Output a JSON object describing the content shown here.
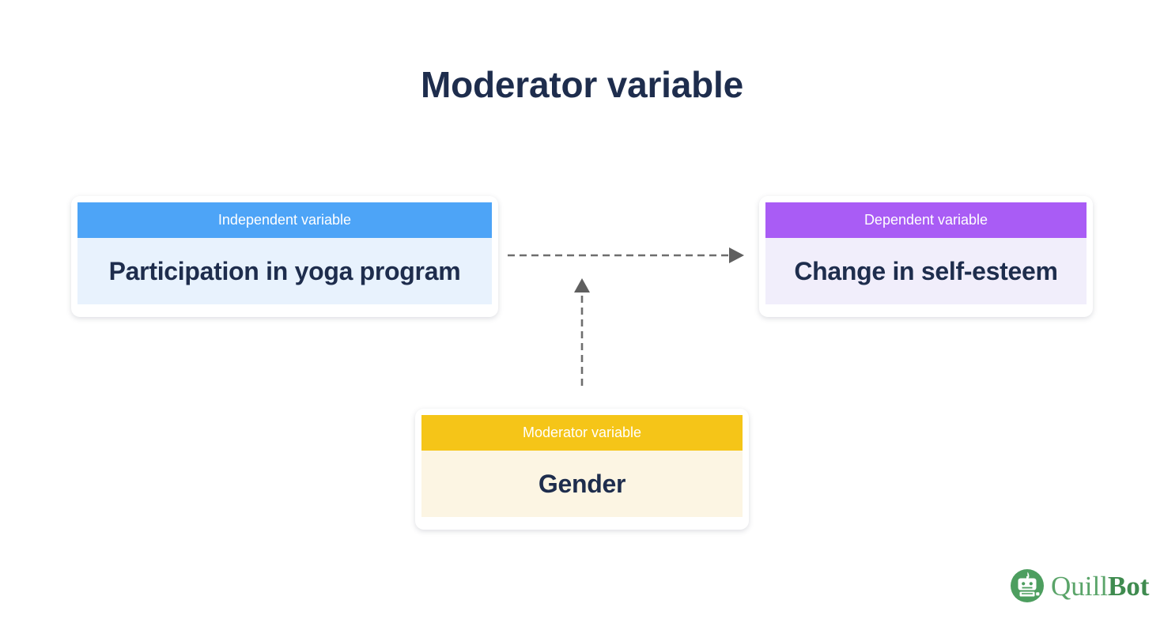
{
  "page": {
    "title": "Moderator variable",
    "background_color": "#ffffff",
    "title_color": "#1e2d4d"
  },
  "cards": [
    {
      "id": "independent",
      "header_label": "Independent variable",
      "body_label": "Participation in yoga program",
      "header_color": "#4da4f7",
      "body_color": "#e8f2fd"
    },
    {
      "id": "dependent",
      "header_label": "Dependent variable",
      "body_label": "Change in self-esteem",
      "header_color": "#a95cf5",
      "body_color": "#f1eefb"
    },
    {
      "id": "moderator",
      "header_label": "Moderator variable",
      "body_label": "Gender",
      "header_color": "#f5c518",
      "body_color": "#fcf5e3"
    }
  ],
  "arrows": [
    {
      "id": "independent-to-dependent",
      "style": "dashed",
      "direction": "right",
      "color": "#6e6e6e"
    },
    {
      "id": "moderator-to-relationship",
      "style": "dashed",
      "direction": "up",
      "color": "#6e6e6e"
    }
  ],
  "logo": {
    "icon_name": "quillbot-robot-icon",
    "text_primary": "Quill",
    "text_secondary": "Bot",
    "color_primary": "#5aa469",
    "color_secondary": "#3f8b4f"
  }
}
